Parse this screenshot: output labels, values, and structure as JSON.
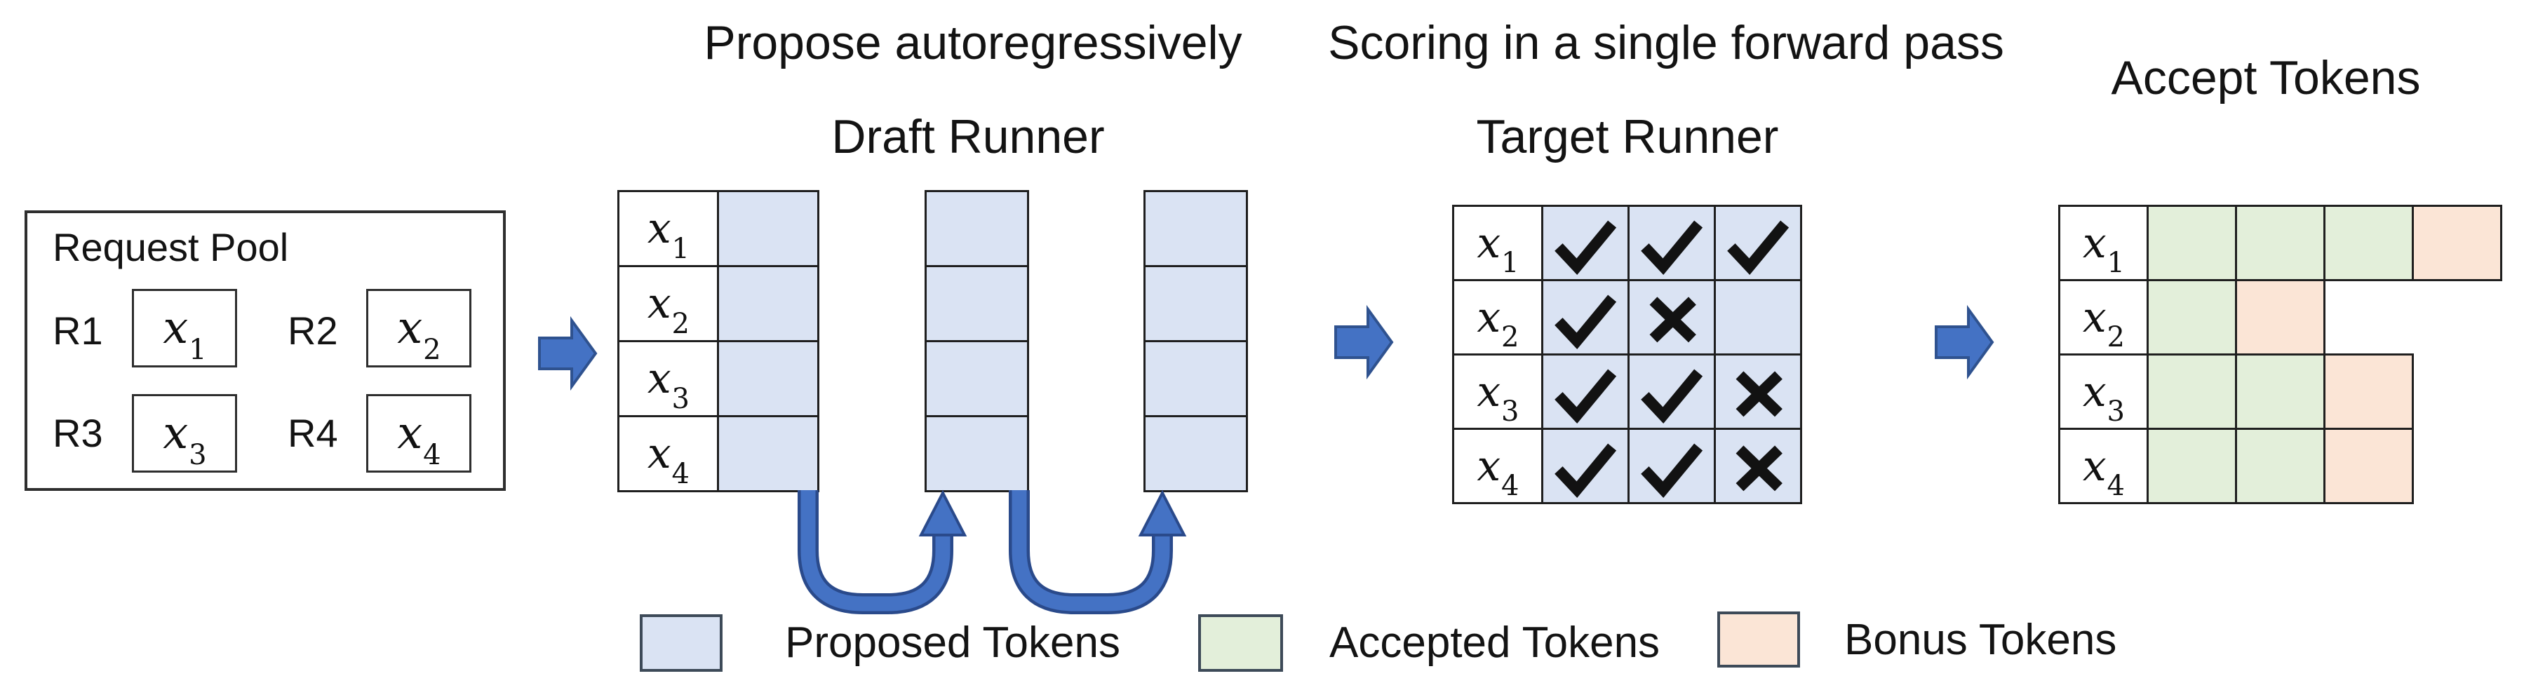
{
  "titles": {
    "draft_step": "Propose autoregressively",
    "draft_runner": "Draft Runner",
    "target_step": "Scoring in a single forward pass",
    "target_runner": "Target Runner",
    "accept": "Accept Tokens"
  },
  "request_pool": {
    "title": "Request Pool",
    "items": [
      {
        "id": "R1",
        "token_base": "x",
        "token_sub": "1"
      },
      {
        "id": "R2",
        "token_base": "x",
        "token_sub": "2"
      },
      {
        "id": "R3",
        "token_base": "x",
        "token_sub": "3"
      },
      {
        "id": "R4",
        "token_base": "x",
        "token_sub": "4"
      }
    ]
  },
  "draft": {
    "row_labels": [
      {
        "base": "x",
        "sub": "1"
      },
      {
        "base": "x",
        "sub": "2"
      },
      {
        "base": "x",
        "sub": "3"
      },
      {
        "base": "x",
        "sub": "4"
      }
    ],
    "proposal_columns": 3
  },
  "target": {
    "rows": [
      {
        "label": {
          "base": "x",
          "sub": "1"
        },
        "marks": [
          "check",
          "check",
          "check"
        ]
      },
      {
        "label": {
          "base": "x",
          "sub": "2"
        },
        "marks": [
          "check",
          "cross",
          "none"
        ]
      },
      {
        "label": {
          "base": "x",
          "sub": "3"
        },
        "marks": [
          "check",
          "check",
          "cross"
        ]
      },
      {
        "label": {
          "base": "x",
          "sub": "4"
        },
        "marks": [
          "check",
          "check",
          "cross"
        ]
      }
    ]
  },
  "accept": {
    "rows": [
      {
        "label": {
          "base": "x",
          "sub": "1"
        },
        "cells": [
          "accepted",
          "accepted",
          "accepted",
          "bonus"
        ]
      },
      {
        "label": {
          "base": "x",
          "sub": "2"
        },
        "cells": [
          "accepted",
          "bonus"
        ]
      },
      {
        "label": {
          "base": "x",
          "sub": "3"
        },
        "cells": [
          "accepted",
          "accepted",
          "bonus"
        ]
      },
      {
        "label": {
          "base": "x",
          "sub": "4"
        },
        "cells": [
          "accepted",
          "accepted",
          "bonus"
        ]
      }
    ]
  },
  "legend": {
    "items": [
      {
        "label": "Proposed Tokens",
        "color": "#dae3f3"
      },
      {
        "label": "Accepted Tokens",
        "color": "#e3efda"
      },
      {
        "label": "Bonus Tokens",
        "color": "#fbe5d6"
      }
    ]
  },
  "palette": {
    "proposed": "#dae3f3",
    "accepted": "#e3efda",
    "bonus": "#fbe5d6",
    "arrow_fill": "#4472c4",
    "arrow_outline": "#2f528f",
    "grid_border": "#1f1f1f"
  }
}
